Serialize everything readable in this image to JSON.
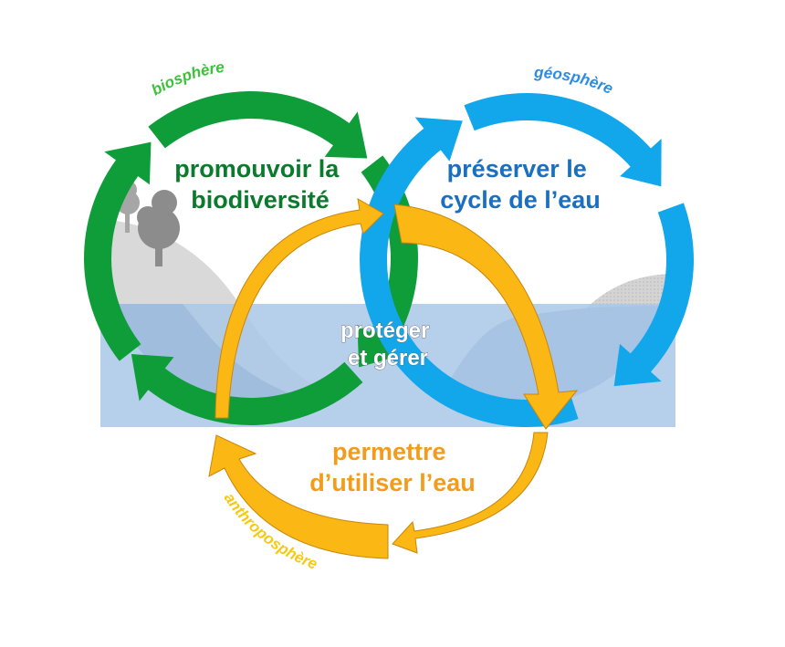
{
  "labels": {
    "biosphere": "biosphère",
    "geosphere": "géosphère",
    "anthroposphere": "anthroposphère"
  },
  "goals": {
    "biodiversity": [
      "promouvoir la",
      "biodiversité"
    ],
    "water_cycle": [
      "préserver le",
      "cycle de l’eau"
    ],
    "water_use": [
      "permettre",
      "d’utiliser l’eau"
    ],
    "center": [
      "protéger",
      "et gérer"
    ]
  },
  "colors": {
    "green": "#0f9d3a",
    "green_text": "#0b7a2c",
    "green_label": "#3cc13c",
    "blue": "#12a6ea",
    "blue_text": "#1a6fc0",
    "blue_label": "#2d8be0",
    "orange": "#fbb714",
    "orange_text": "#f39c1b",
    "orange_label": "#f6c915",
    "water": "#a9c7e8",
    "land": "#d9d9d9"
  }
}
